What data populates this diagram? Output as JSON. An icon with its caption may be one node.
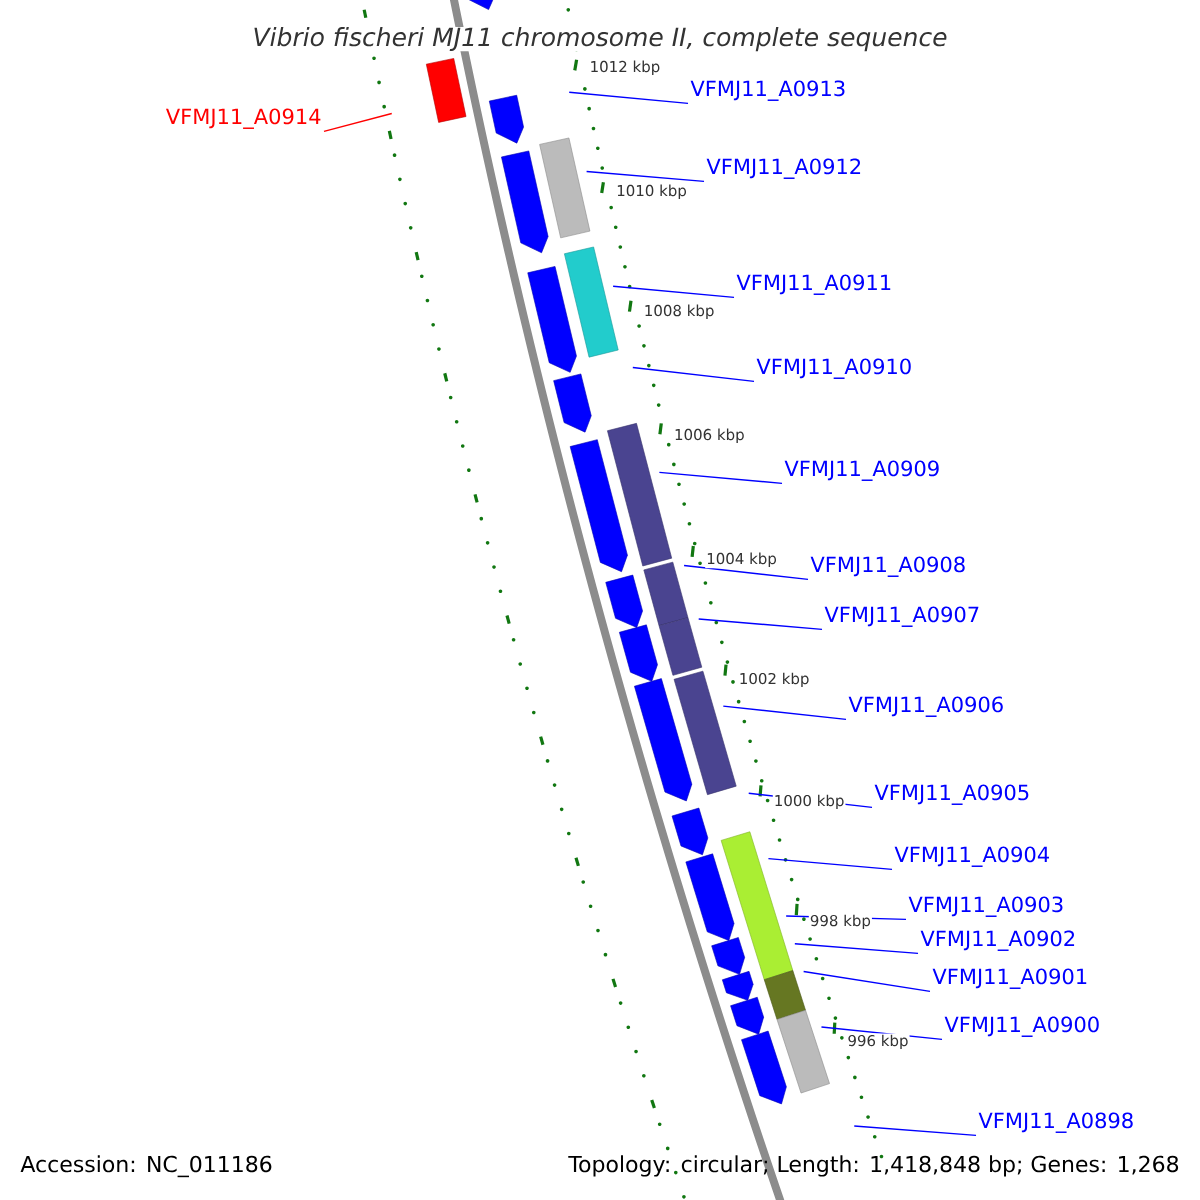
{
  "diagram": {
    "title": "Vibrio fischeri MJ11 chromosome II, complete sequence",
    "nodes": [
      {
        "text": [
          "VFMJ11_A0913"
        ]
      },
      {
        "text": [
          "VFMJ11_A0914"
        ]
      },
      {
        "text": [
          "VFMJ11_A0912"
        ]
      },
      {
        "text": [
          "VFMJ11_A0911"
        ]
      },
      {
        "text": [
          "VFMJ11_A0910"
        ]
      },
      {
        "text": [
          "VFMJ11_A0909"
        ]
      },
      {
        "text": [
          "VFMJ11_A0908"
        ]
      },
      {
        "text": [
          "VFMJ11_A0907"
        ]
      },
      {
        "text": [
          "VFMJ11_A0906"
        ]
      },
      {
        "text": [
          "VFMJ11_A0905"
        ]
      },
      {
        "text": [
          "VFMJ11_A0904"
        ]
      },
      {
        "text": [
          "VFMJ11_A0903"
        ]
      },
      {
        "text": [
          "VFMJ11_A0902"
        ]
      },
      {
        "text": [
          "VFMJ11_A0901"
        ]
      },
      {
        "text": [
          "VFMJ11_A0900"
        ]
      },
      {
        "text": [
          "VFMJ11_A0898"
        ]
      }
    ],
    "edges": [
      {
        "from": 0,
        "to": null,
        "arrow": "none"
      },
      {
        "from": 1,
        "to": null,
        "arrow": "none",
        "color": "#ff0000"
      },
      {
        "from": 2,
        "to": null,
        "arrow": "none"
      },
      {
        "from": 3,
        "to": null,
        "arrow": "none"
      },
      {
        "from": 4,
        "to": null,
        "arrow": "none"
      },
      {
        "from": 5,
        "to": null,
        "arrow": "none"
      },
      {
        "from": 6,
        "to": null,
        "arrow": "none"
      },
      {
        "from": 7,
        "to": null,
        "arrow": "none"
      },
      {
        "from": 8,
        "to": null,
        "arrow": "none"
      },
      {
        "from": 9,
        "to": null,
        "arrow": "none"
      },
      {
        "from": 10,
        "to": null,
        "arrow": "none"
      },
      {
        "from": 11,
        "to": null,
        "arrow": "none"
      },
      {
        "from": 12,
        "to": null,
        "arrow": "none"
      },
      {
        "from": 13,
        "to": null,
        "arrow": "none"
      },
      {
        "from": 14,
        "to": null,
        "arrow": "none"
      },
      {
        "from": 15,
        "to": null,
        "arrow": "none"
      }
    ],
    "labels": [
      "1012 kbp",
      "1010 kbp",
      "1008 kbp",
      "1006 kbp",
      "1004 kbp",
      "1002 kbp",
      "1000 kbp",
      "998 kbp",
      "996 kbp",
      "Accession: NC_011186",
      "Topology: circular; Length: 1,418,848 bp; Genes: 1,268"
    ]
  }
}
